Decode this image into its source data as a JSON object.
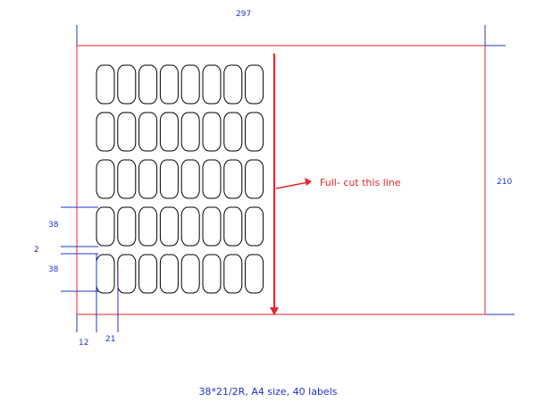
{
  "dimensions": {
    "sheet_width": "297",
    "sheet_height": "210",
    "label_height": "38",
    "row_gap": "2",
    "label_height_2": "38",
    "left_margin": "12",
    "label_width": "21"
  },
  "cut_annotation": "Full- cut this line",
  "caption": "38*21/2R,  A4 size, 40 labels",
  "labels": {
    "rows": 5,
    "columns": 8,
    "total": 40
  },
  "colors": {
    "sheet_border": "#e8232b",
    "dimension_lines": "#2233cc",
    "cut_line": "#e8232b",
    "label_outline": "#000000"
  }
}
